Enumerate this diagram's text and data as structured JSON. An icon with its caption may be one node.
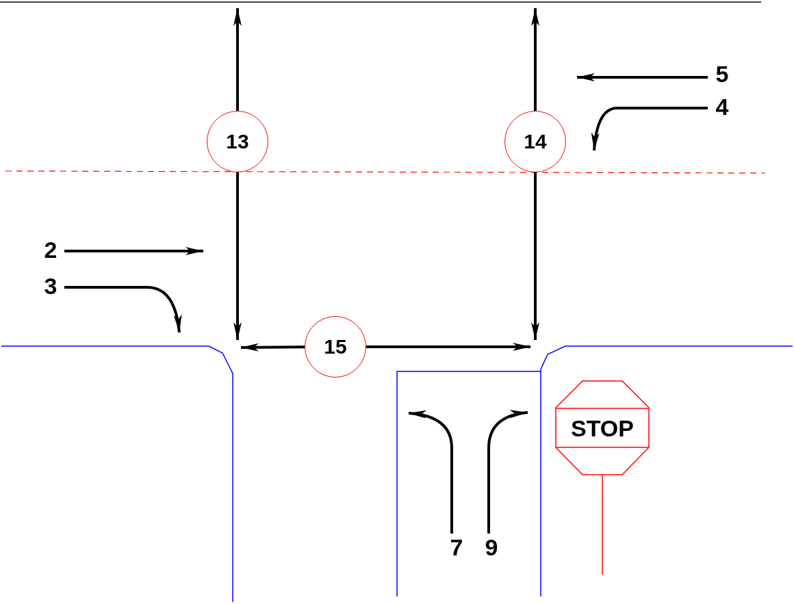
{
  "diagram": {
    "nodes": [
      {
        "text": [
          "13"
        ]
      },
      {
        "text": [
          "14"
        ]
      },
      {
        "text": [
          "15"
        ]
      },
      {
        "text": [
          "5"
        ]
      },
      {
        "text": [
          "4"
        ]
      },
      {
        "text": [
          "2"
        ]
      },
      {
        "text": [
          "3"
        ]
      },
      {
        "text": [
          "7"
        ]
      },
      {
        "text": [
          "9"
        ]
      },
      {
        "text": [
          "STOP"
        ]
      }
    ],
    "edges": [
      {
        "from": 0,
        "to": null,
        "arrow": "to"
      },
      {
        "from": 0,
        "to": null,
        "arrow": "to"
      },
      {
        "from": 1,
        "to": null,
        "arrow": "to"
      },
      {
        "from": 1,
        "to": null,
        "arrow": "to"
      },
      {
        "from": 2,
        "to": null,
        "arrow": "to"
      },
      {
        "from": 2,
        "to": null,
        "arrow": "to"
      },
      {
        "from": 3,
        "to": null,
        "arrow": "to"
      },
      {
        "from": 4,
        "to": null,
        "arrow": "to"
      },
      {
        "from": 5,
        "to": null,
        "arrow": "to"
      },
      {
        "from": 6,
        "to": null,
        "arrow": "to"
      },
      {
        "from": 7,
        "to": null,
        "arrow": "to"
      },
      {
        "from": 8,
        "to": null,
        "arrow": "to"
      }
    ]
  }
}
